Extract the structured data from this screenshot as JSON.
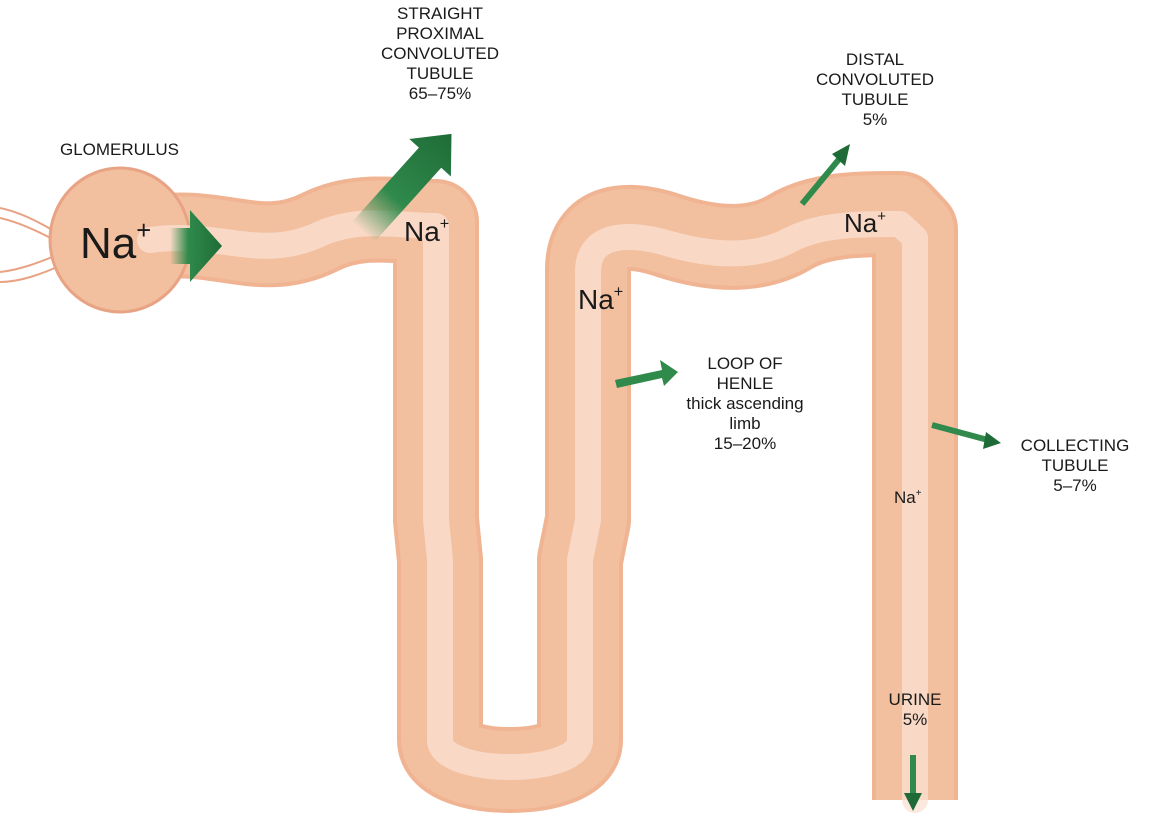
{
  "labels": {
    "glomerulus": "GLOMERULUS",
    "proximal": [
      "STRAIGHT",
      "PROXIMAL",
      "CONVOLUTED",
      "TUBULE",
      "65–75%"
    ],
    "distal": [
      "DISTAL",
      "CONVOLUTED",
      "TUBULE",
      "5%"
    ],
    "loop": [
      "LOOP OF",
      "HENLE",
      "thick ascending",
      "limb",
      "15–20%"
    ],
    "collecting": [
      "COLLECTING",
      "TUBULE",
      "5–7%"
    ],
    "urine": [
      "URINE",
      "5%"
    ]
  },
  "ions": {
    "symbol": "Na",
    "charge": "+"
  },
  "colors": {
    "tubule_fill": "#f2bf9f",
    "tubule_edge": "#e7a383",
    "tubule_highlight": "#fbe2d2",
    "tubule_shadow": "#dd9070",
    "arrow_green": "#2f8a4c",
    "arrow_green_dark": "#1f6b37"
  }
}
